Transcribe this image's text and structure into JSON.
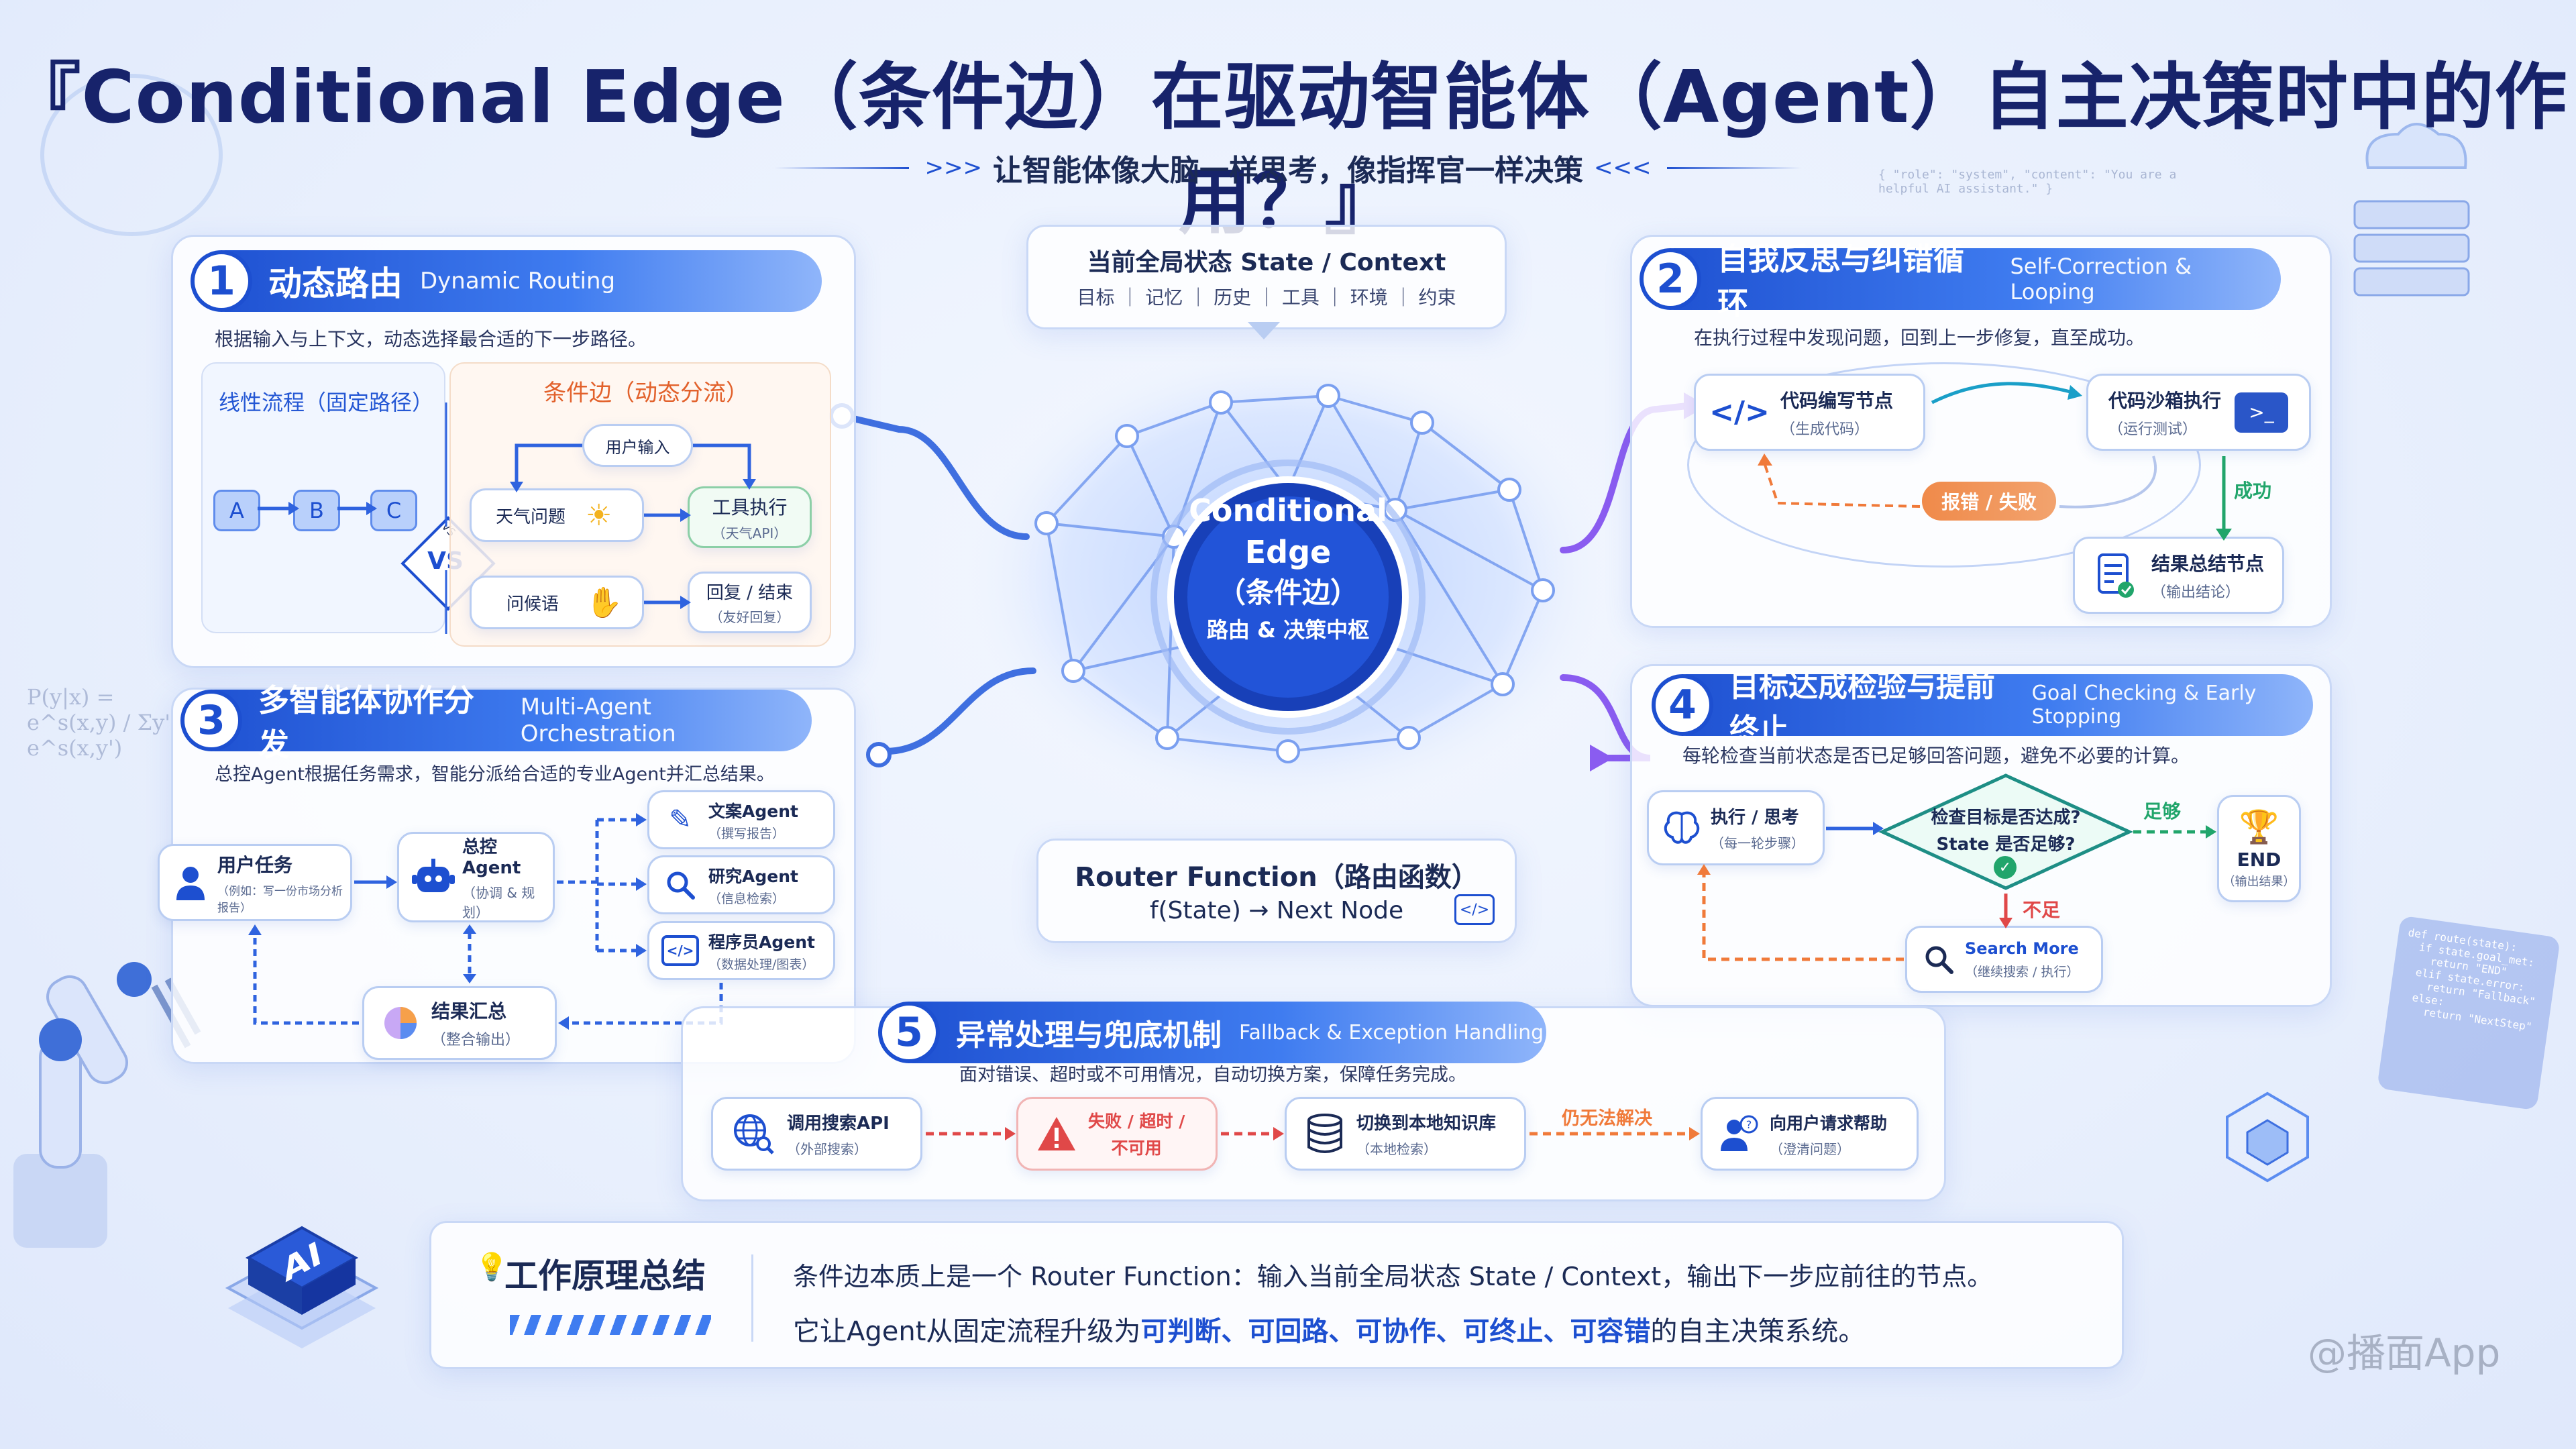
{
  "title": "『Conditional Edge（条件边）在驱动智能体（Agent）自主决策时中的作用？』",
  "subtitle": "让智能体像大脑一样思考，像指挥官一样决策",
  "center": {
    "state_title": "当前全局状态 State / Context",
    "state_items": "目标 ｜ 记忆 ｜ 历史 ｜ 工具 ｜ 环境 ｜ 约束",
    "core_line1": "Conditional",
    "core_line2": "Edge",
    "core_line3": "（条件边）",
    "core_line4": "路由 & 决策中枢",
    "router_title": "Router Function（路由函数）",
    "router_formula": "f(State) → Next Node"
  },
  "s1": {
    "num": "1",
    "title": "动态路由",
    "en": "Dynamic Routing",
    "desc": "根据输入与上下文，动态选择最合适的下一步路径。",
    "linear_title": "线性流程（固定路径）",
    "linear_nodes": [
      "A",
      "B",
      "C"
    ],
    "vs": "VS",
    "cond_title": "条件边（动态分流）",
    "user_input": "用户输入",
    "weather": "天气问题",
    "tool_exec": "工具执行",
    "tool_exec_sub": "（天气API）",
    "greeting": "问候语",
    "reply": "回复 / 结束",
    "reply_sub": "（友好回复）"
  },
  "s2": {
    "num": "2",
    "title": "自我反思与纠错循环",
    "en": "Self-Correction & Looping",
    "desc": "在执行过程中发现问题，回到上一步修复，直至成功。",
    "code_write": "代码编写节点",
    "code_write_sub": "（生成代码）",
    "sandbox": "代码沙箱执行",
    "sandbox_sub": "（运行测试）",
    "error": "报错 / 失败",
    "success": "成功",
    "summary": "结果总结节点",
    "summary_sub": "（输出结论）"
  },
  "s3": {
    "num": "3",
    "title": "多智能体协作分发",
    "en": "Multi-Agent Orchestration",
    "desc": "总控Agent根据任务需求，智能分派给合适的专业Agent并汇总结果。",
    "user_task": "用户任务",
    "user_task_sub": "（例如：写一份市场分析报告）",
    "master": "总控Agent",
    "master_sub": "（协调 & 规划）",
    "writer": "文案Agent",
    "writer_sub": "（撰写报告）",
    "research": "研究Agent",
    "research_sub": "（信息检索）",
    "coder": "程序员Agent",
    "coder_sub": "（数据处理/图表）",
    "result": "结果汇总",
    "result_sub": "（整合输出）"
  },
  "s4": {
    "num": "4",
    "title": "目标达成检验与提前终止",
    "en": "Goal Checking & Early Stopping",
    "desc": "每轮检查当前状态是否已足够回答问题，避免不必要的计算。",
    "exec": "执行 / 思考",
    "exec_sub": "（每一轮步骤）",
    "check1": "检查目标是否达成?",
    "check2": "State 是否足够?",
    "enough": "足够",
    "not_enough": "不足",
    "end": "END",
    "end_sub": "（输出结果）",
    "search": "Search More",
    "search_sub": "（继续搜索 / 执行）"
  },
  "s5": {
    "num": "5",
    "title": "异常处理与兜底机制",
    "en": "Fallback & Exception Handling",
    "desc": "面对错误、超时或不可用情况，自动切换方案，保障任务完成。",
    "api": "调用搜索API",
    "api_sub": "（外部搜索）",
    "fail1": "失败 / 超时 /",
    "fail2": "不可用",
    "kb": "切换到本地知识库",
    "kb_sub": "（本地检索）",
    "unsolved": "仍无法解决",
    "help": "向用户请求帮助",
    "help_sub": "（澄清问题）"
  },
  "summary": {
    "title": "工作原理总结",
    "line1": "条件边本质上是一个 Router Function：输入当前全局状态 State / Context，输出下一步应前往的节点。",
    "line2_pre": "它让Agent从固定流程升级为",
    "line2_hl": "可判断、可回路、可协作、可终止、可容错",
    "line2_post": "的自主决策系统。"
  },
  "decor": {
    "ai_label": "AI",
    "watermark": "@播面App",
    "formula": "P(y|x) = e^s(x,y) / Σy' e^s(x,y')",
    "code": "def route(state):\n  if state.goal_met:\n    return \"END\"\n  elif state.error:\n    return \"Fallback\"\n  else:\n    return \"NextStep\"",
    "json_hint": "{ \"role\": \"system\", \"content\": \"You are a helpful AI assistant.\" }"
  },
  "colors": {
    "primary": "#1d4fd0",
    "accent_orange": "#f07a3a",
    "accent_green": "#21a56b",
    "accent_red": "#e04848",
    "purple": "#8a5cf0"
  }
}
